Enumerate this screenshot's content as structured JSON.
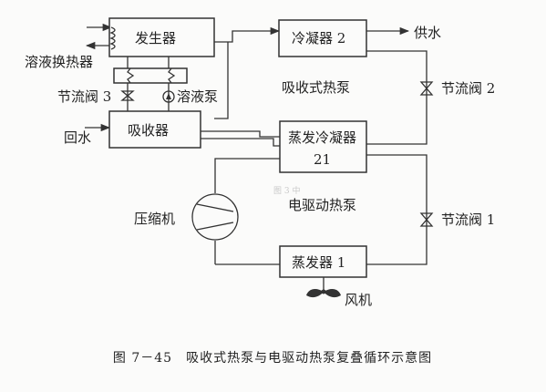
{
  "components": {
    "generator": "发生器",
    "condenser2": "冷凝器 2",
    "absorber": "吸收器",
    "evap_condenser_line1": "蒸发冷凝器",
    "evap_condenser_line2": "21",
    "evaporator1": "蒸发器 1"
  },
  "labels": {
    "heat_exchanger": "溶液换热器",
    "throttle3": "节流阀 3",
    "solution_pump": "溶液泵",
    "return_water": "回水",
    "supply_water": "供水",
    "throttle2": "节流阀 2",
    "throttle1": "节流阀 1",
    "compressor": "压缩机",
    "fan": "风机",
    "absorption_hp": "吸收式热泵",
    "electric_hp": "电驱动热泵"
  },
  "watermark": "图 3 中",
  "caption": "图 7－45　吸收式热泵与电驱动热泵复叠循环示意图"
}
